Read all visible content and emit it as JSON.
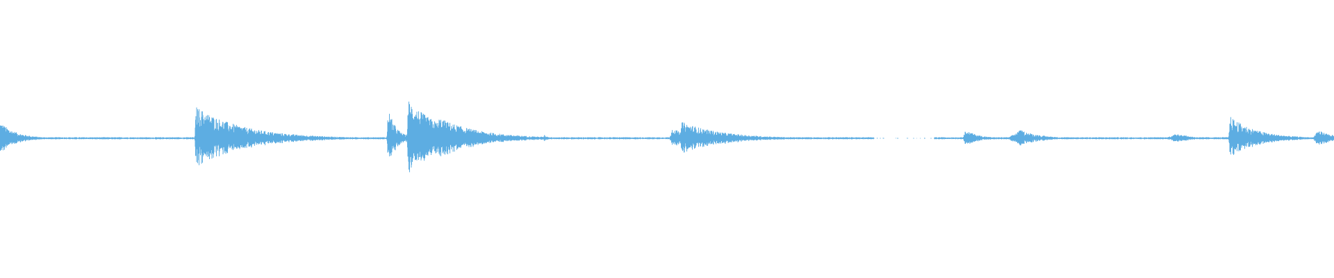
{
  "waveform": {
    "color": "#5dade2",
    "background": "#ffffff",
    "baseline_amplitude": 0.004,
    "duration_fraction_events": [
      {
        "at": 0.0,
        "peak": 0.06,
        "attack": 0.0,
        "decay": 0.012
      },
      {
        "at": 0.147,
        "peak": 0.115,
        "attack": 0.001,
        "decay": 0.035
      },
      {
        "at": 0.196,
        "peak": 0.02,
        "attack": 0.002,
        "decay": 0.02
      },
      {
        "at": 0.291,
        "peak": 0.11,
        "attack": 0.001,
        "decay": 0.006
      },
      {
        "at": 0.306,
        "peak": 0.14,
        "attack": 0.001,
        "decay": 0.025
      },
      {
        "at": 0.329,
        "peak": 0.075,
        "attack": 0.001,
        "decay": 0.03
      },
      {
        "at": 0.408,
        "peak": 0.012,
        "attack": 0.001,
        "decay": 0.004
      },
      {
        "at": 0.504,
        "peak": 0.04,
        "attack": 0.002,
        "decay": 0.01
      },
      {
        "at": 0.511,
        "peak": 0.06,
        "attack": 0.001,
        "decay": 0.03
      },
      {
        "at": 0.553,
        "peak": 0.01,
        "attack": 0.002,
        "decay": 0.01
      },
      {
        "at": 0.724,
        "peak": 0.03,
        "attack": 0.003,
        "decay": 0.01
      },
      {
        "at": 0.765,
        "peak": 0.03,
        "attack": 0.01,
        "decay": 0.015
      },
      {
        "at": 0.883,
        "peak": 0.018,
        "attack": 0.01,
        "decay": 0.01
      },
      {
        "at": 0.922,
        "peak": 0.08,
        "attack": 0.001,
        "decay": 0.02
      },
      {
        "at": 0.988,
        "peak": 0.03,
        "attack": 0.004,
        "decay": 0.012
      }
    ],
    "silent_ranges": [
      [
        0.655,
        0.7
      ]
    ]
  }
}
